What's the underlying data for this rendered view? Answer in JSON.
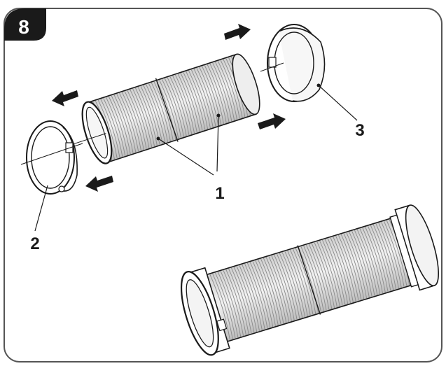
{
  "step": {
    "number": "8"
  },
  "callouts": [
    {
      "id": "hose",
      "label": "1"
    },
    {
      "id": "window-adapter",
      "label": "2"
    },
    {
      "id": "unit-adapter",
      "label": "3"
    }
  ],
  "colors": {
    "stroke": "#1a1a1a",
    "hose_fill": "#e6e6e6",
    "badge_fill": "#1a1a1a",
    "badge_text": "#ffffff",
    "frame_stroke": "#555555"
  },
  "icons": [
    "arrow-icon"
  ]
}
